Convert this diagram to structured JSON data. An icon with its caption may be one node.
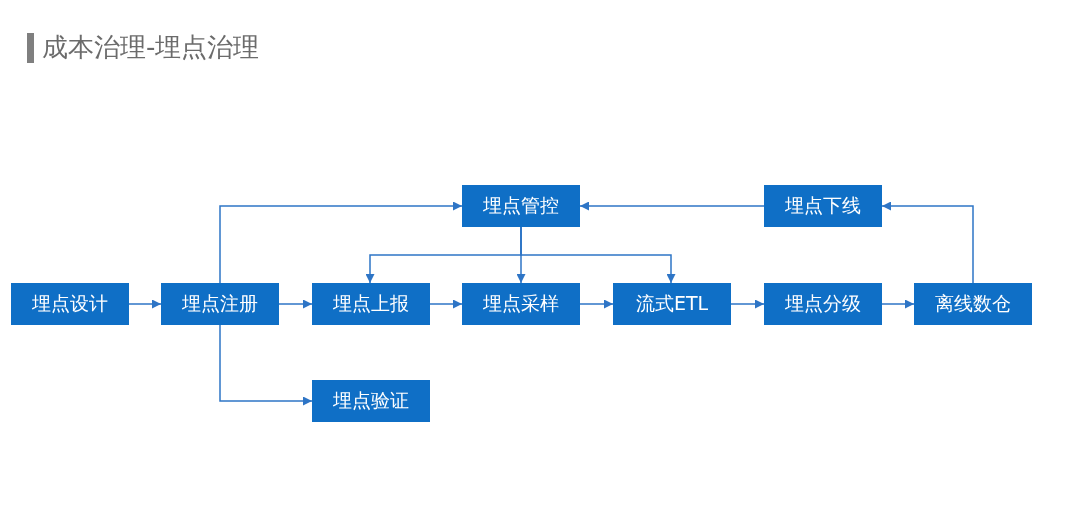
{
  "diagram": {
    "title": "成本治理-埋点治理",
    "nodes": [
      {
        "text": [
          "埋点设计"
        ]
      },
      {
        "text": [
          "埋点注册"
        ]
      },
      {
        "text": [
          "埋点上报"
        ]
      },
      {
        "text": [
          "埋点采样"
        ]
      },
      {
        "text": [
          "流式ETL"
        ]
      },
      {
        "text": [
          "埋点分级"
        ]
      },
      {
        "text": [
          "离线数仓"
        ]
      },
      {
        "text": [
          "埋点管控"
        ]
      },
      {
        "text": [
          "埋点下线"
        ]
      },
      {
        "text": [
          "埋点验证"
        ]
      }
    ],
    "edges": [
      {
        "from": 0,
        "to": 1,
        "arrow": "to"
      },
      {
        "from": 1,
        "to": 2,
        "arrow": "to"
      },
      {
        "from": 2,
        "to": 3,
        "arrow": "to"
      },
      {
        "from": 3,
        "to": 4,
        "arrow": "to"
      },
      {
        "from": 4,
        "to": 5,
        "arrow": "to"
      },
      {
        "from": 5,
        "to": 6,
        "arrow": "to"
      },
      {
        "from": 1,
        "to": 7,
        "arrow": "to"
      },
      {
        "from": 1,
        "to": 9,
        "arrow": "to"
      },
      {
        "from": 7,
        "to": 2,
        "arrow": "to"
      },
      {
        "from": 7,
        "to": 3,
        "arrow": "to"
      },
      {
        "from": 7,
        "to": 4,
        "arrow": "to"
      },
      {
        "from": 6,
        "to": 8,
        "arrow": "to"
      },
      {
        "from": 8,
        "to": 7,
        "arrow": "to"
      }
    ]
  }
}
